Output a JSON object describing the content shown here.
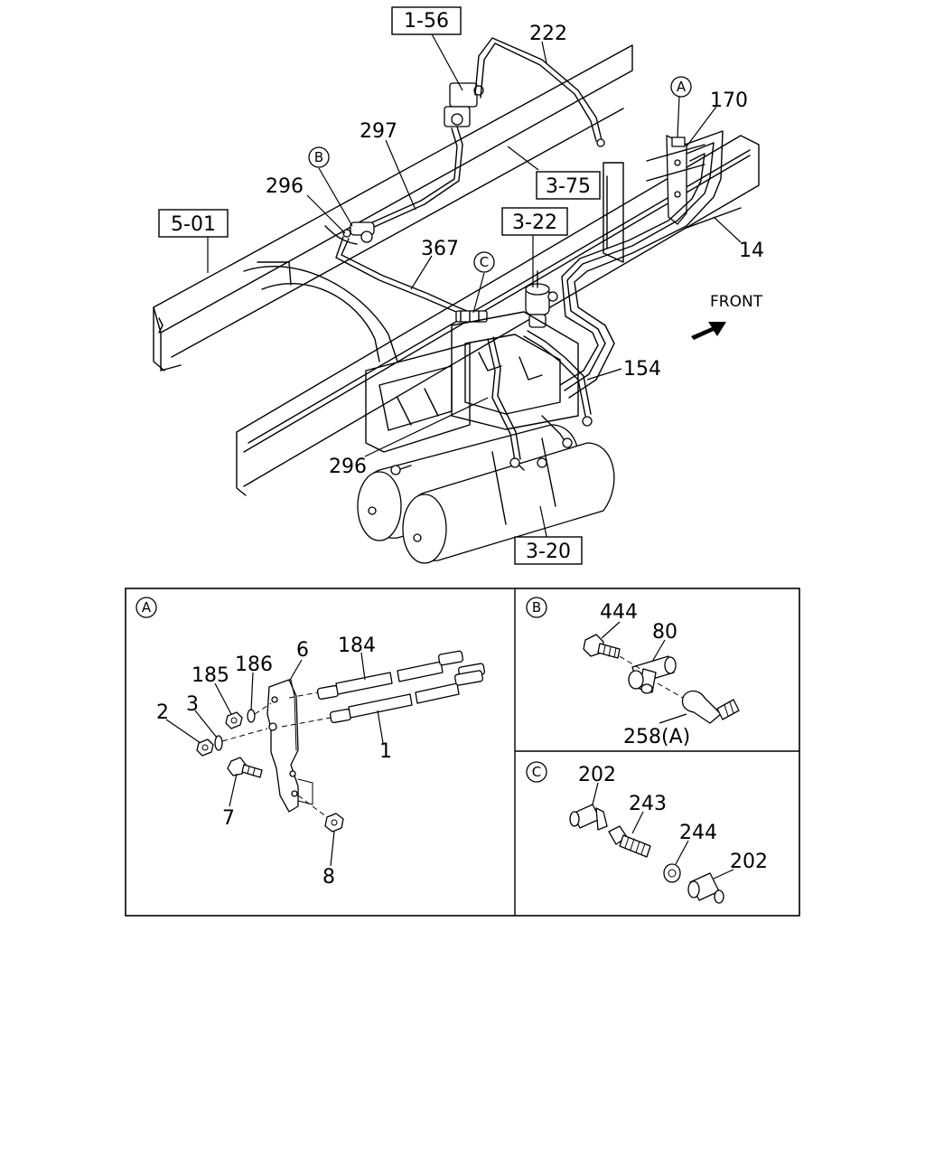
{
  "main_diagram": {
    "boxed_refs": [
      "1-56",
      "3-75",
      "5-01",
      "3-22",
      "3-20"
    ],
    "part_labels": [
      "222",
      "170",
      "297",
      "296",
      "367",
      "14",
      "154",
      "296"
    ],
    "circle_markers": [
      "A",
      "B",
      "C"
    ],
    "front_label": "FRONT"
  },
  "detail_a": {
    "marker": "A",
    "part_labels": [
      "6",
      "184",
      "185",
      "186",
      "2",
      "3",
      "1",
      "7",
      "8"
    ]
  },
  "detail_b": {
    "marker": "B",
    "part_labels": [
      "444",
      "80",
      "258(A)"
    ]
  },
  "detail_c": {
    "marker": "C",
    "part_labels": [
      "202",
      "243",
      "244",
      "202"
    ]
  }
}
